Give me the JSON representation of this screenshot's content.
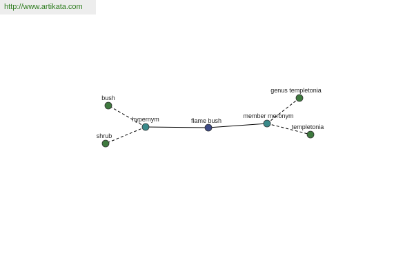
{
  "banner": {
    "url": "http://www.artikata.com"
  },
  "graph": {
    "center": {
      "label": "flame bush",
      "color": "#3d4a86"
    },
    "relation_color": "#3a8a8a",
    "leaf_color": "#3f7a3f",
    "relations": [
      {
        "label": "hypernym",
        "children": [
          "bush",
          "shrub"
        ]
      },
      {
        "label": "member meronym",
        "children": [
          "genus templetonia",
          "templetonia"
        ]
      }
    ]
  }
}
